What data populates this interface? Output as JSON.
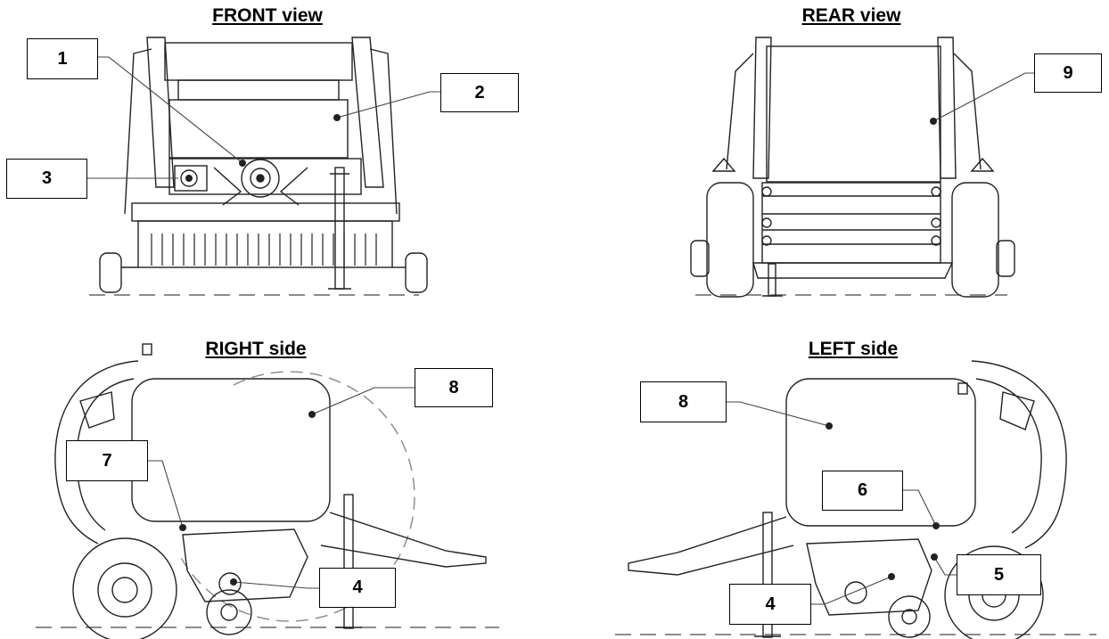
{
  "views": {
    "front": {
      "title": "FRONT view"
    },
    "rear": {
      "title": "REAR view"
    },
    "right": {
      "title": "RIGHT side"
    },
    "left": {
      "title": "LEFT side"
    }
  },
  "callouts": {
    "front_1": "1",
    "front_2": "2",
    "front_3": "3",
    "rear_9": "9",
    "right_8": "8",
    "right_7": "7",
    "right_4": "4",
    "left_8": "8",
    "left_6": "6",
    "left_4": "4",
    "left_5": "5"
  }
}
